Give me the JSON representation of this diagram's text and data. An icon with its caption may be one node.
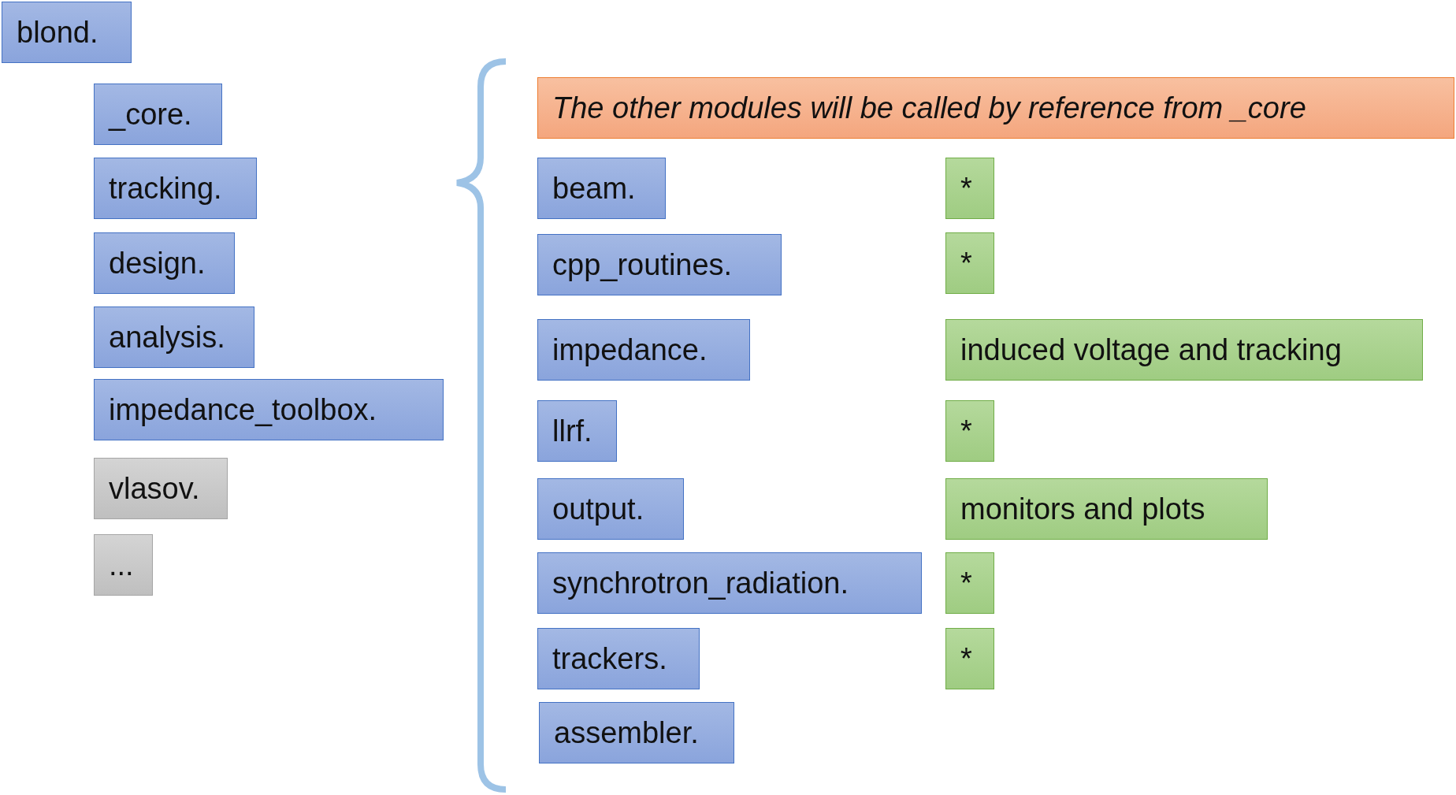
{
  "diagram": {
    "nodes": [
      {
        "text": [
          "blond."
        ]
      },
      {
        "text": [
          "_core."
        ]
      },
      {
        "text": [
          "tracking."
        ]
      },
      {
        "text": [
          "design."
        ]
      },
      {
        "text": [
          "analysis."
        ]
      },
      {
        "text": [
          "impedance_toolbox."
        ]
      },
      {
        "text": [
          "vlasov."
        ]
      },
      {
        "text": [
          "..."
        ]
      },
      {
        "text": [
          "The other modules will be called by reference from _core"
        ]
      },
      {
        "text": [
          "beam."
        ]
      },
      {
        "text": [
          "*"
        ]
      },
      {
        "text": [
          "cpp_routines."
        ]
      },
      {
        "text": [
          "*"
        ]
      },
      {
        "text": [
          "impedance."
        ]
      },
      {
        "text": [
          "induced voltage and tracking"
        ]
      },
      {
        "text": [
          "llrf."
        ]
      },
      {
        "text": [
          "*"
        ]
      },
      {
        "text": [
          "output."
        ]
      },
      {
        "text": [
          "monitors and plots"
        ]
      },
      {
        "text": [
          "synchrotron_radiation."
        ]
      },
      {
        "text": [
          "*"
        ]
      },
      {
        "text": [
          "trackers."
        ]
      },
      {
        "text": [
          "*"
        ]
      },
      {
        "text": [
          "assembler."
        ]
      }
    ]
  }
}
